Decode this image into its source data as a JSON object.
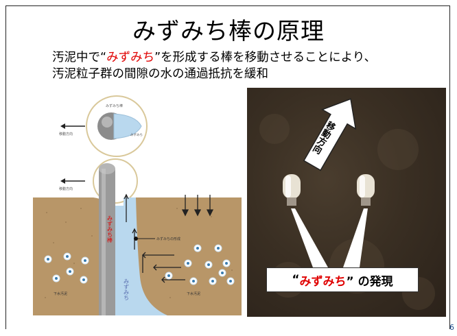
{
  "slide": {
    "title": "みずみち棒の原理",
    "subtitle_line1_pre": "汚泥中で“",
    "subtitle_line1_highlight": "みずみち",
    "subtitle_line1_post": "”を形成する棒を移動させることにより、",
    "subtitle_line2": "汚泥粒子群の間隙の水の通過抵抗を緩和",
    "page_number": "6"
  },
  "diagram": {
    "movement_label_1": "移動方向",
    "movement_label_2": "移動方向",
    "bubble_top_label": "みずみち棒",
    "bubble_inner_label": "みずみち",
    "rod_label": "みずみち棒",
    "formation_label": "みずみちの形成",
    "channel_label": "みずみち",
    "sludge_left_label": "下水汚泥",
    "sludge_right_label": "下水汚泥"
  },
  "photo": {
    "direction_label": "移動方向",
    "caption_pre": "“",
    "caption_highlight": "みずみち",
    "caption_post": "” の発現"
  },
  "colors": {
    "highlight": "#e00000",
    "sludge": "#b89668",
    "water": "#b9d8ee",
    "rod": "#9a9a9a",
    "photo_bg": "#3a2f23"
  }
}
